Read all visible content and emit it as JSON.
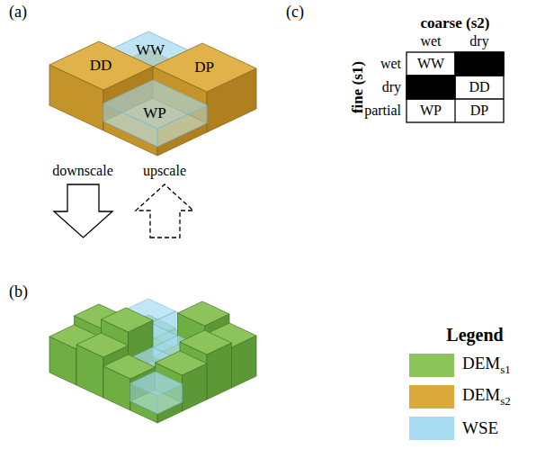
{
  "diagram": {
    "labels": [
      "(a)",
      "WW",
      "DD",
      "DP",
      "WP",
      "downscale",
      "upscale",
      "(b)",
      "(c)",
      "coarse (s2)",
      "wet",
      "dry",
      "fine (s1)",
      "wet",
      "dry",
      "partial",
      "WW",
      "DD",
      "WP",
      "DP",
      "Legend"
    ],
    "legend": [
      {
        "text": "DEMs1",
        "color": "#8cc35a"
      },
      {
        "text": "DEMs2",
        "color": "#d9a93a"
      },
      {
        "text": "WSE",
        "color": "#a7dcf2"
      }
    ]
  }
}
